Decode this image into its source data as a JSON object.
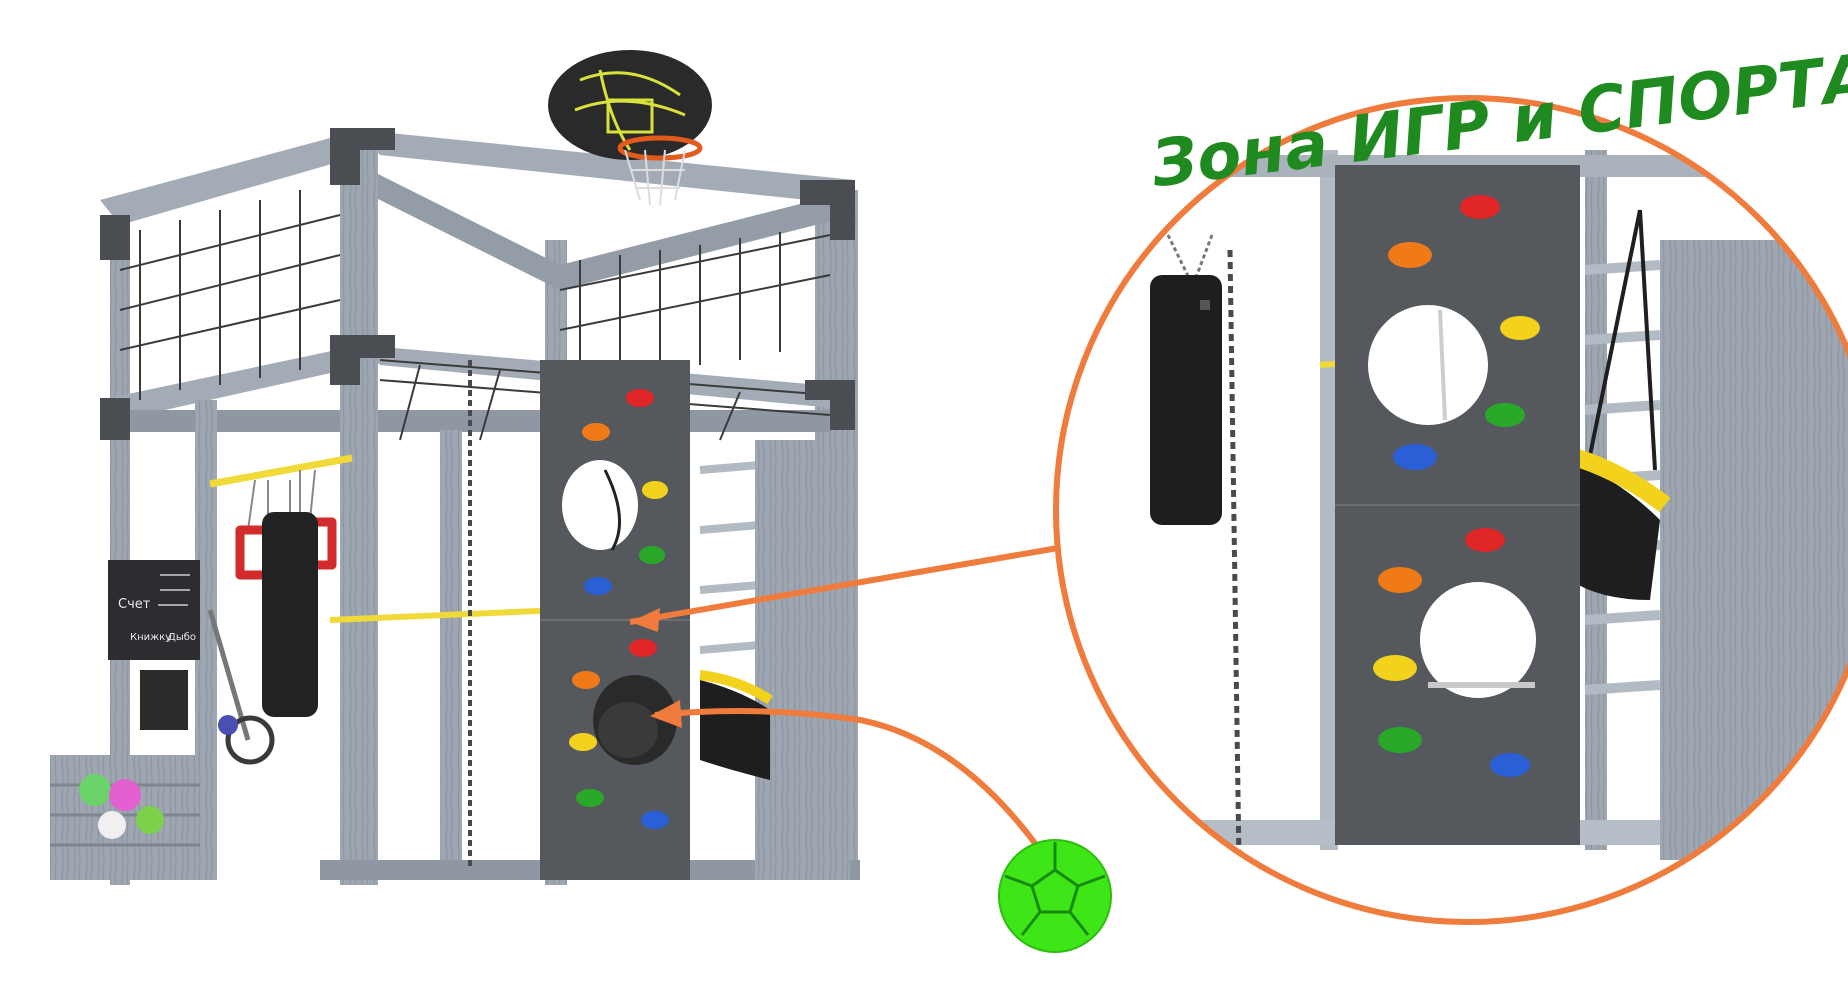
{
  "headline": "Зона ИГР и СПОРТА",
  "chalkboard": {
    "word1": "Счет",
    "word2": "Книжку",
    "word3": "Дыбо"
  },
  "colors": {
    "headline_green": "#1f8a1f",
    "accent_orange": "#ef7b3c",
    "wood_gray": "#9aa3ad",
    "panel_dark": "#55585d",
    "ball_green": "#3ee617"
  },
  "icons": [
    "basketball-hoop-icon",
    "punching-bag-icon",
    "gymnastic-rings-icon",
    "scooter-icon",
    "soccer-ball-icon",
    "climbing-hold-icon"
  ]
}
